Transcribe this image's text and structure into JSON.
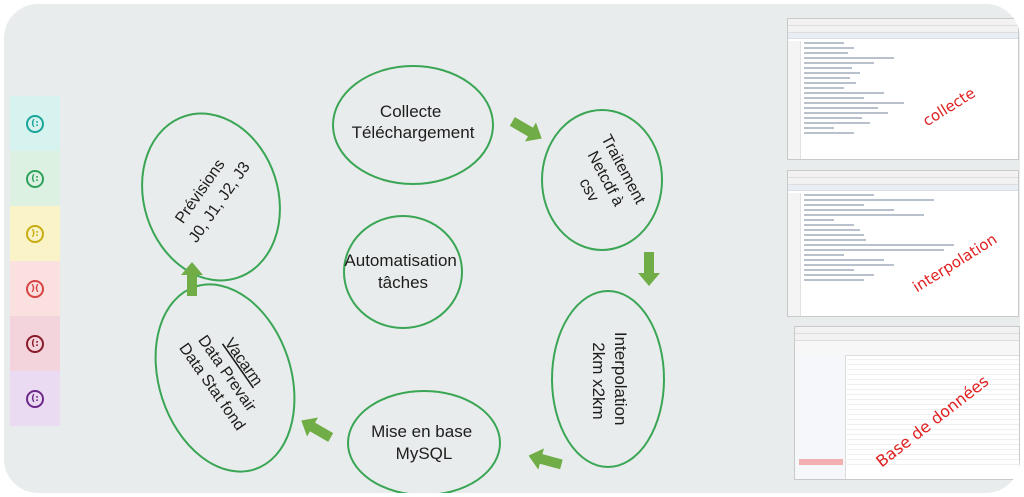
{
  "diagram": {
    "center": "Automatisation tâches",
    "nodes": [
      {
        "id": "collecte",
        "lines": [
          "Collecte",
          "Téléchargement"
        ]
      },
      {
        "id": "traitement",
        "lines": [
          "Traitement",
          "Netcdf à",
          "csv"
        ]
      },
      {
        "id": "interpolation",
        "lines": [
          "Interpolation",
          "2km x2km"
        ]
      },
      {
        "id": "mise-en-base",
        "lines": [
          "Mise en base",
          "MySQL"
        ]
      },
      {
        "id": "sources",
        "lines": [
          "Vacarm",
          "Data Prevair",
          "Data Stat fond"
        ]
      },
      {
        "id": "previsions",
        "lines": [
          "Prévisions",
          "J0, J1, J2, J3"
        ]
      }
    ],
    "colors": {
      "ellipse_stroke": "#3aa655",
      "arrow": "#70ad47",
      "label": "#e02020"
    }
  },
  "screenshots": [
    {
      "id": "collecte",
      "label": "collecte"
    },
    {
      "id": "interpolation",
      "label": "interpolation"
    },
    {
      "id": "database",
      "label": "Base de données"
    }
  ],
  "sidebar": {
    "items": [
      {
        "icon": "colon-circle-icon",
        "glyph": "(:",
        "bg": "#d7f3ef",
        "color": "#1aa59a"
      },
      {
        "icon": "colon-circle-icon",
        "glyph": "(:",
        "bg": "#dcf1e2",
        "color": "#2ea25a"
      },
      {
        "icon": "colon-circle-icon",
        "glyph": "):",
        "bg": "#fbf3c8",
        "color": "#c8ad12"
      },
      {
        "icon": "colon-circle-icon",
        "glyph": ")(",
        "bg": "#fbe0e0",
        "color": "#d84343"
      },
      {
        "icon": "colon-circle-icon",
        "glyph": "(:",
        "bg": "#f4d4dc",
        "color": "#8a1a2a"
      },
      {
        "icon": "colon-circle-icon",
        "glyph": "(:",
        "bg": "#eadbf2",
        "color": "#6b2a8a"
      }
    ]
  }
}
